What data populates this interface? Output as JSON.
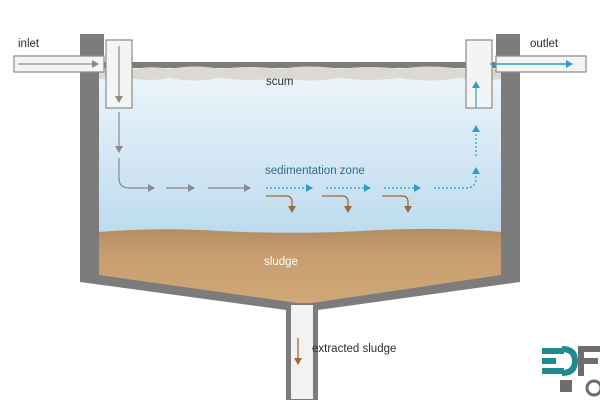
{
  "labels": {
    "inlet": "inlet",
    "outlet": "outlet",
    "scum": "scum",
    "sedimentation_zone": "sedimentation zone",
    "sludge": "sludge",
    "extracted_sludge": "extracted sludge"
  },
  "colors": {
    "tank_wall": "#7a7a7a",
    "water_top": "#e6f1f9",
    "water_bottom": "#b9d8ec",
    "sludge_top": "#b99368",
    "sludge_bottom": "#c9a071",
    "scum": "#d9d6cf",
    "flow_gray": "#8a8a8a",
    "flow_blue": "#2d9fc8",
    "settle_brown": "#9a6a3a",
    "logo_teal": "#1e8a92",
    "logo_gray": "#6d6d6d"
  },
  "icons": {
    "logo": "company-gear-logo"
  }
}
